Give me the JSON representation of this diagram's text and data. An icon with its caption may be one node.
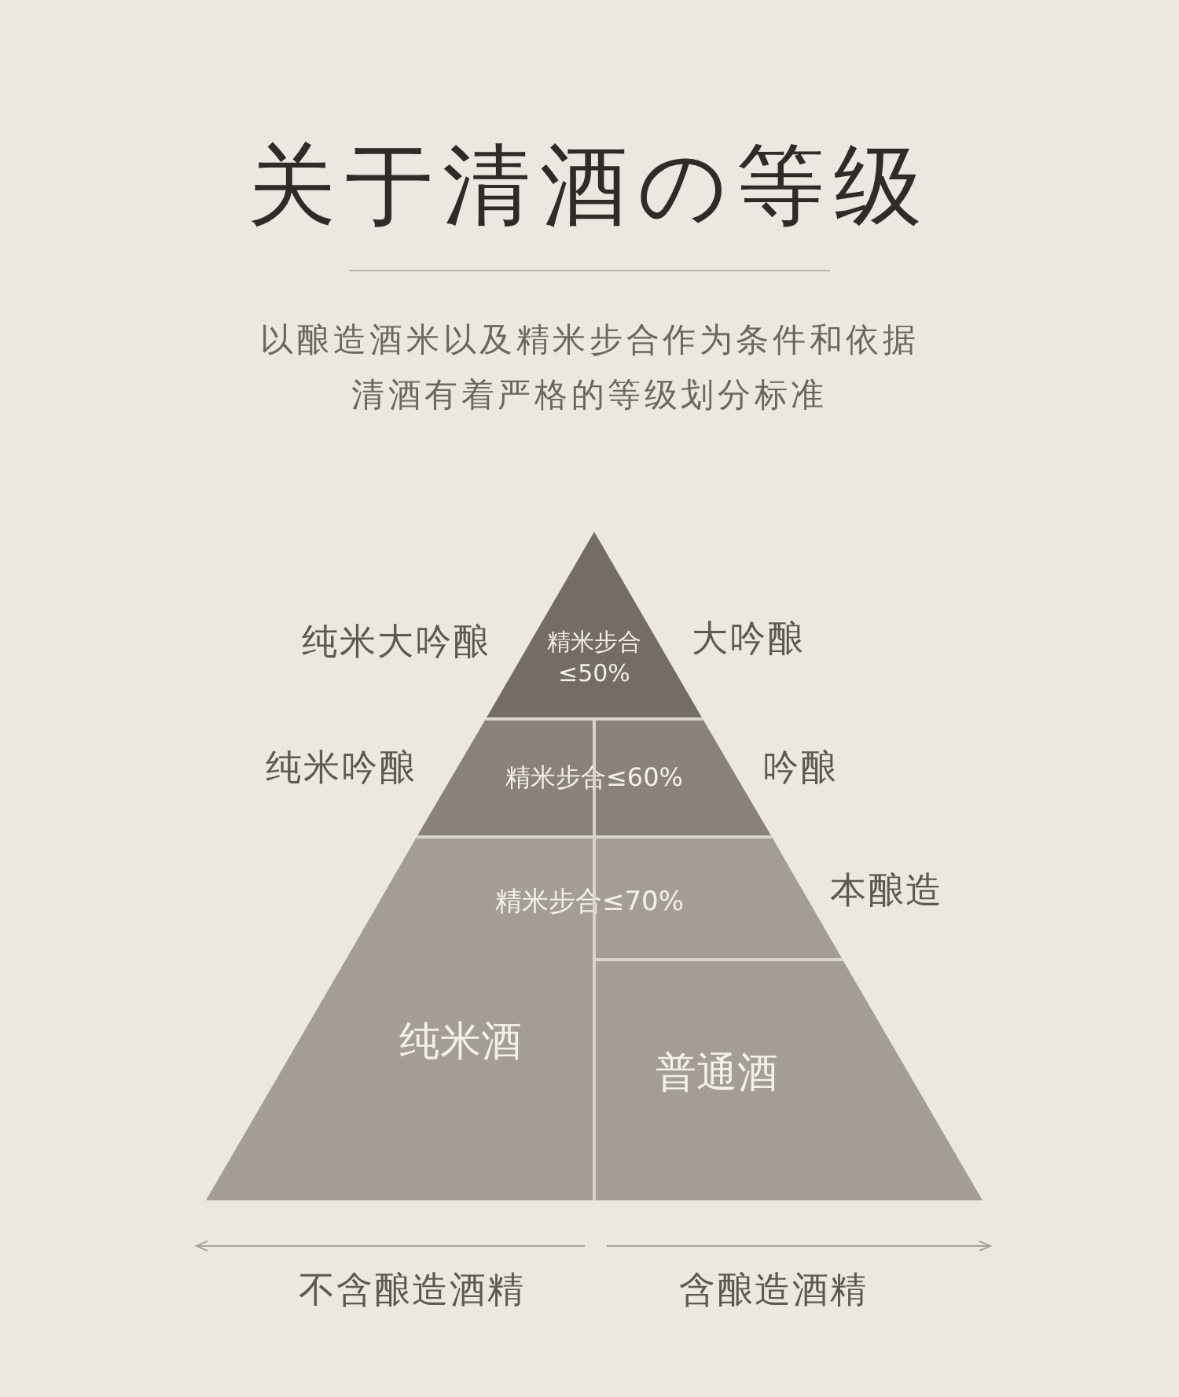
{
  "diagram": {
    "title": "关于清酒の等级",
    "nodes": [
      {
        "text": [
          "精米步合≤50%"
        ]
      },
      {
        "text": [
          "精米步合≤60%"
        ]
      },
      {
        "text": [
          "精米步合≤70%"
        ]
      },
      {
        "text": [
          "纯米酒"
        ]
      },
      {
        "text": [
          "普通酒"
        ]
      }
    ],
    "labels": [
      "以酿造酒米以及精米步合作为条件和依据清酒有着严格的等级划分标准",
      "纯米大吟酿",
      "大吟酿",
      "纯米吟酿",
      "吟酿",
      "本酿造",
      "不含酿造酒精",
      "含酿造酒精"
    ]
  }
}
